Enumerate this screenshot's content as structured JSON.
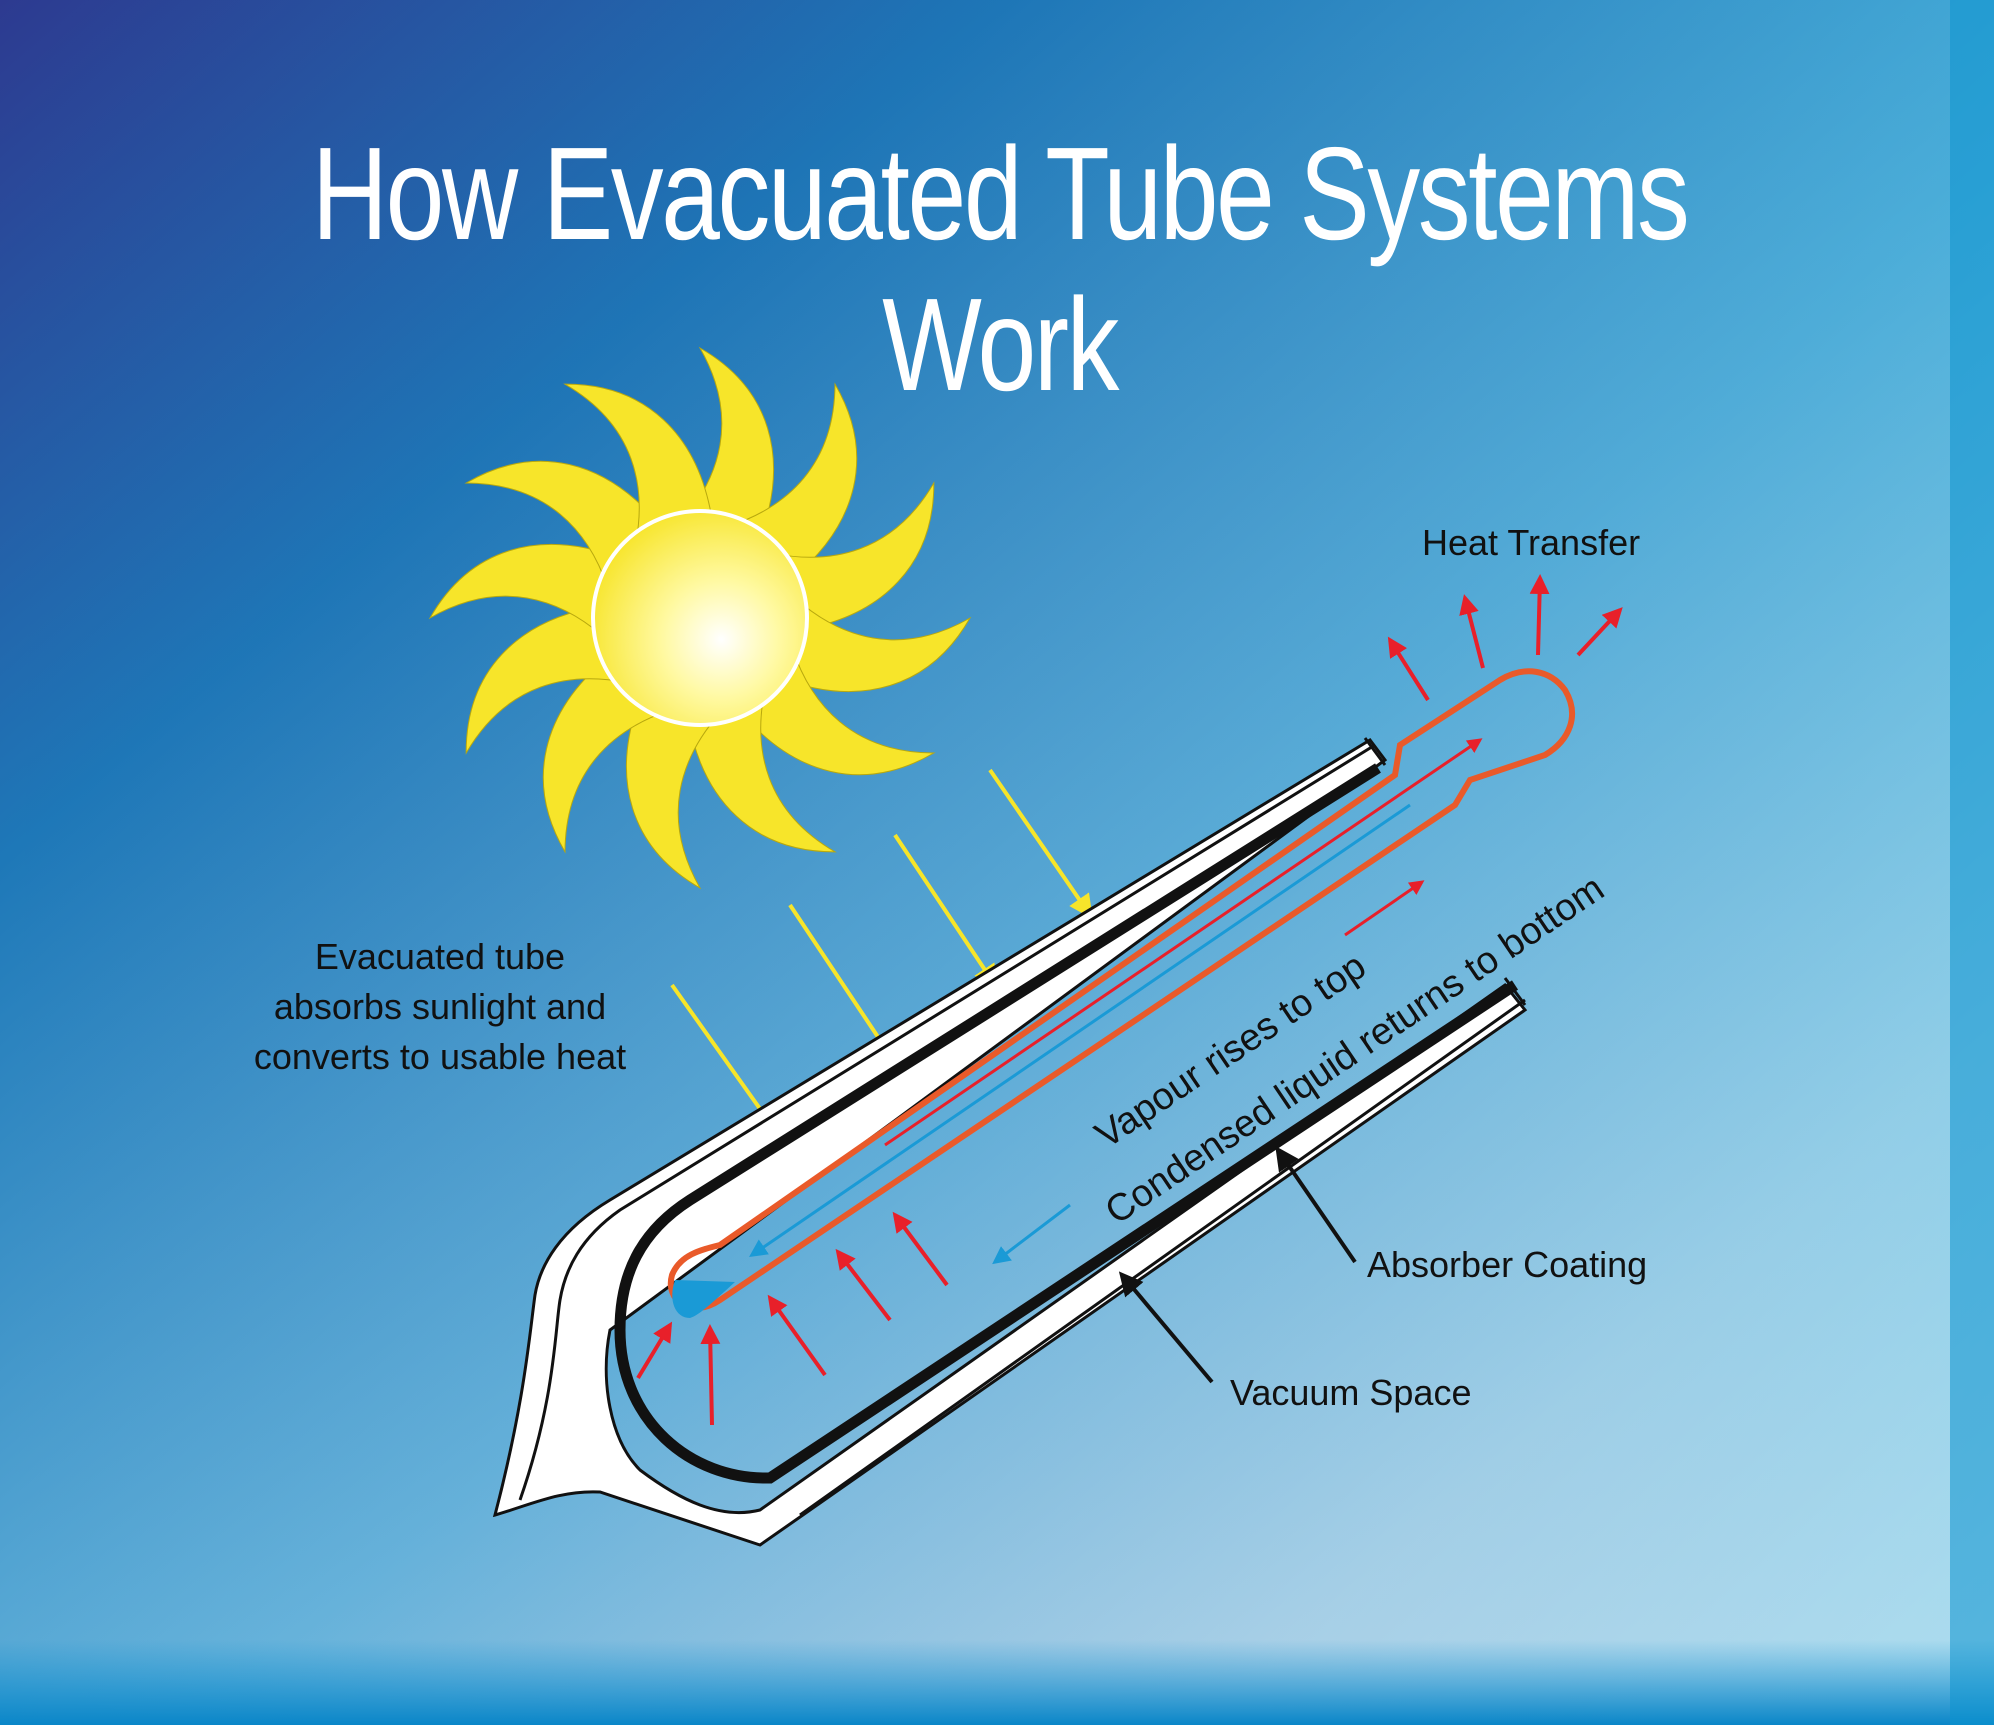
{
  "title": "How Evacuated Tube Systems Work",
  "labels": {
    "heat_transfer": "Heat Transfer",
    "evacuated_tube": [
      "Evacuated tube",
      "absorbs sunlight and",
      "converts to usable heat"
    ],
    "vapour": "Vapour rises to top",
    "condensed": "Condensed liquid returns to bottom",
    "absorber": "Absorber Coating",
    "vacuum": "Vacuum Space"
  },
  "colors": {
    "background_dark": "#2b3a8f",
    "background_mid": "#0e8cc7",
    "background_light": "#ffffff",
    "sun_rays": "#f7e52a",
    "sun_core": "#fff7a8",
    "heat_arrow": "#e8202a",
    "heat_pipe": "#e95a2a",
    "condensate": "#1a9ad6",
    "tube_outline": "#111111"
  }
}
